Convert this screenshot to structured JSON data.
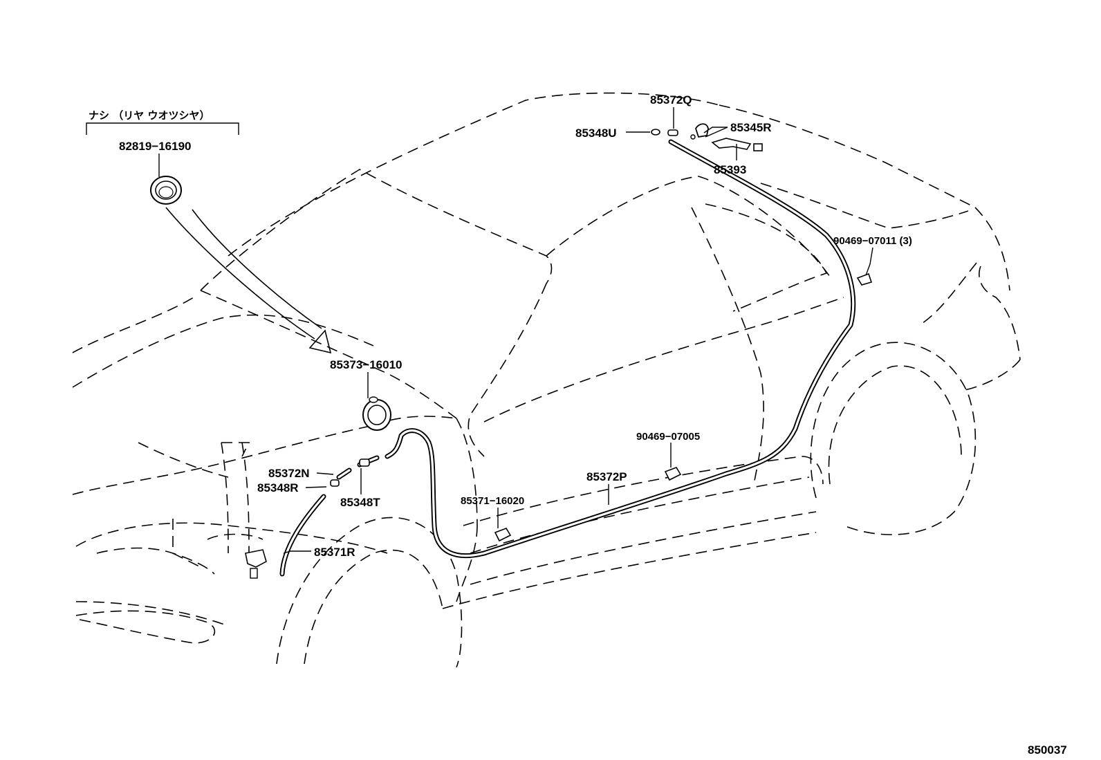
{
  "note_label": "ナシ （リヤ ウオツシヤ）",
  "parts": {
    "p82819": "82819−16190",
    "p85373": "85373−16010",
    "p85372Q": "85372Q",
    "p85348U": "85348U",
    "p85345R": "85345R",
    "p85393": "85393",
    "p90469_07011": "90469−07011 (3)",
    "p90469_07005": "90469−07005",
    "p85372N": "85372N",
    "p85348R": "85348R",
    "p85348T": "85348T",
    "p85371_16020": "85371−16020",
    "p85372P": "85372P",
    "p85371R": "85371R"
  },
  "diagram_code": "850037"
}
